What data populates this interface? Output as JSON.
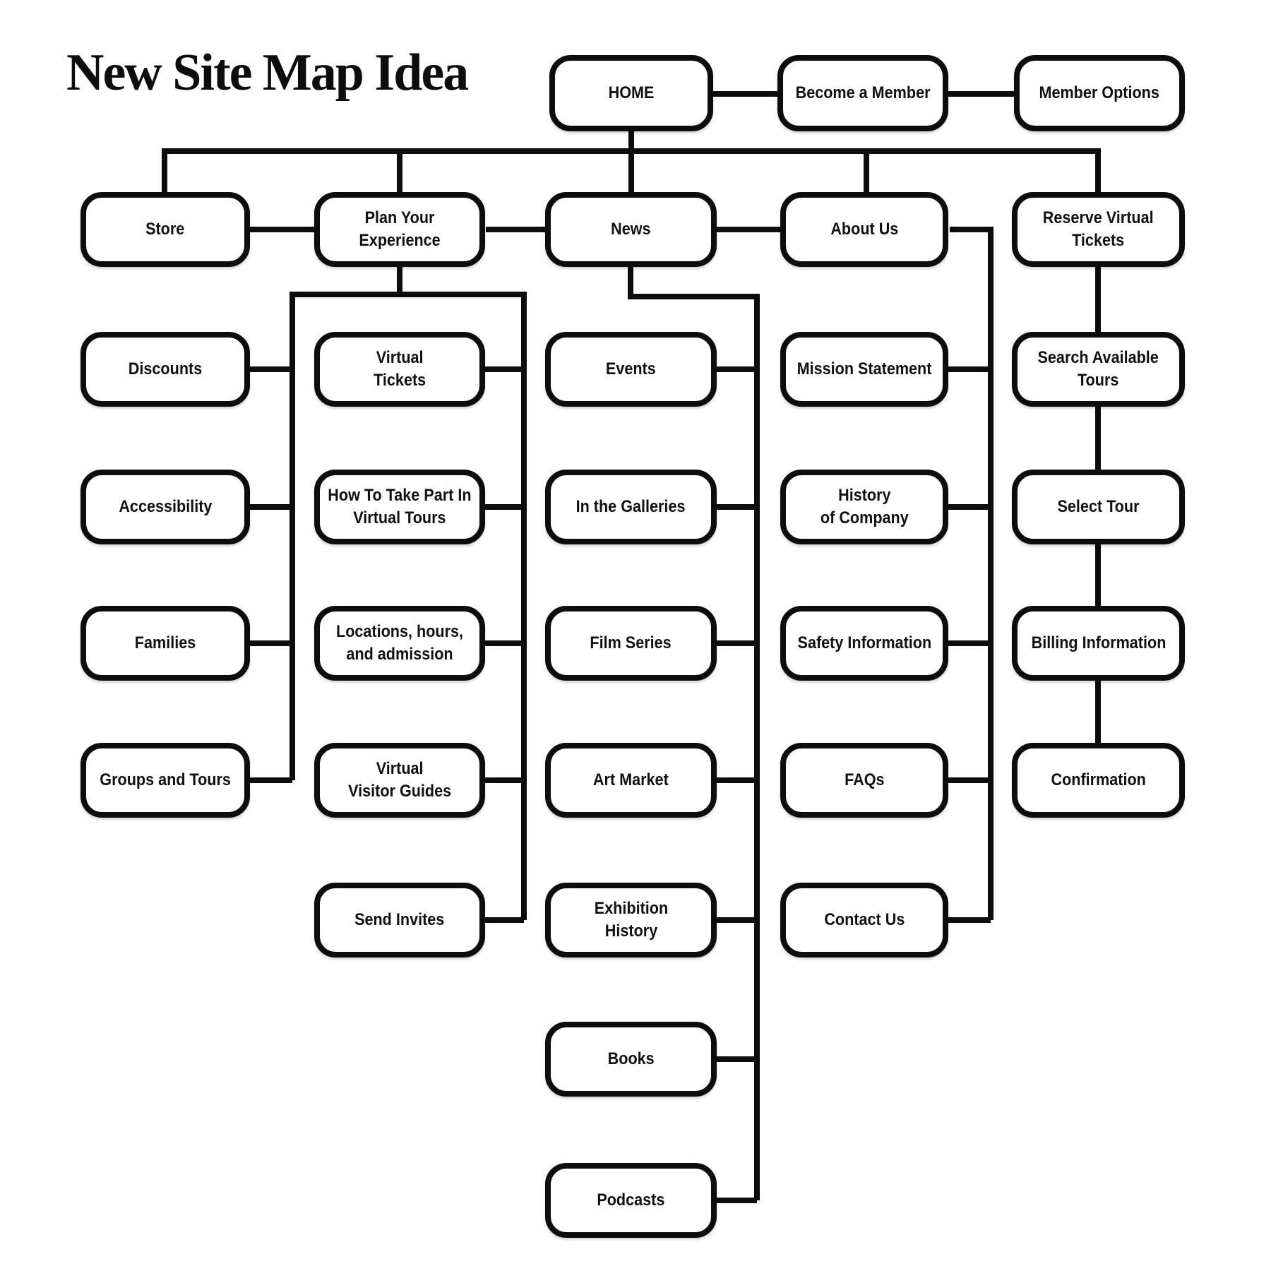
{
  "title": "New Site Map Idea",
  "colors": {
    "line": "#0d0d0d",
    "box_border": "#0d0d0d",
    "text": "#111111",
    "background": "#ffffff"
  },
  "nodes": {
    "home": "HOME",
    "become_a_member": "Become a Member",
    "member_options": "Member Options",
    "store": "Store",
    "plan_your_experience": "Plan Your\nExperience",
    "news": "News",
    "about_us": "About Us",
    "reserve_virtual_tickets": "Reserve Virtual\nTickets",
    "discounts": "Discounts",
    "accessibility": "Accessibility",
    "families": "Families",
    "groups_and_tours": "Groups and Tours",
    "virtual_tickets": "Virtual\nTickets",
    "how_to_take_part": "How To Take Part In\nVirtual Tours",
    "locations_hours_admission": "Locations, hours,\nand admission",
    "virtual_visitor_guides": "Virtual\nVisitor Guides",
    "send_invites": "Send Invites",
    "events": "Events",
    "in_the_galleries": "In the Galleries",
    "film_series": "Film Series",
    "art_market": "Art Market",
    "exhibition_history": "Exhibition\nHistory",
    "books": "Books",
    "podcasts": "Podcasts",
    "mission_statement": "Mission Statement",
    "history_of_company": "History\nof Company",
    "safety_information": "Safety Information",
    "faqs": "FAQs",
    "contact_us": "Contact Us",
    "search_available_tours": "Search Available\nTours",
    "select_tour": "Select Tour",
    "billing_information": "Billing Information",
    "confirmation": "Confirmation"
  }
}
